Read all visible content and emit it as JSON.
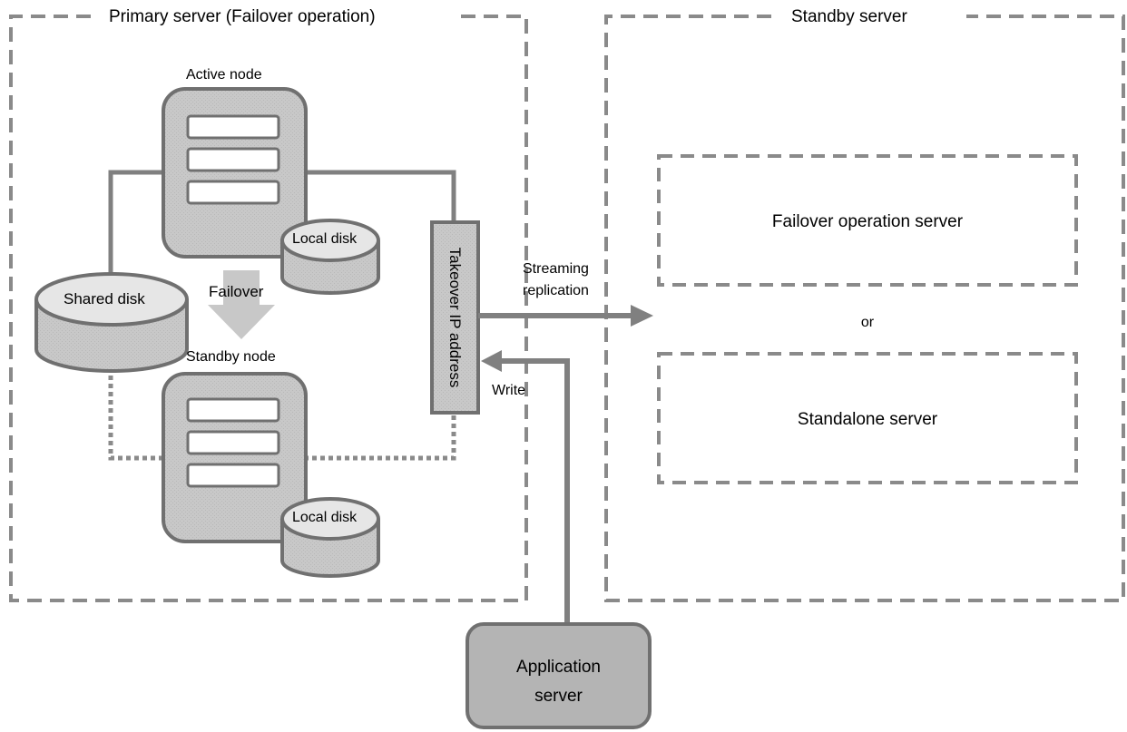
{
  "primary": {
    "title": "Primary server (Failover operation)",
    "active_node": "Active node",
    "standby_node": "Standby node",
    "local_disk_active": "Local disk",
    "local_disk_standby": "Local disk",
    "shared_disk": "Shared disk",
    "failover": "Failover",
    "takeover_ip": "Takeover IP address"
  },
  "standby": {
    "title": "Standby server",
    "failover_operation_server": "Failover operation server",
    "or": "or",
    "standalone_server": "Standalone server"
  },
  "connections": {
    "streaming_line1": "Streaming",
    "streaming_line2": "replication",
    "write": "Write"
  },
  "application": {
    "line1": "Application",
    "line2": "server"
  },
  "colors": {
    "dash_border": "#8a8a8a",
    "node_fill": "#c8c8c8",
    "node_stroke": "#707070",
    "slot_fill": "#ffffff",
    "disk_fill": "#c8c8c8",
    "disk_top": "#e6e6e6",
    "line": "#808080",
    "failover_arrow": "#c8c8c8",
    "app_fill": "#b4b4b4"
  }
}
